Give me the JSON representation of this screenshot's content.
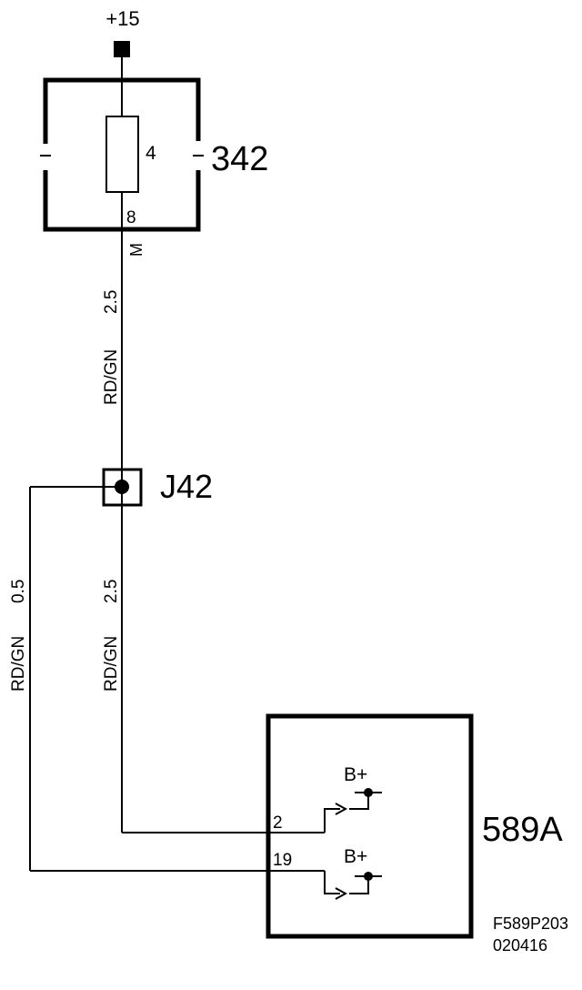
{
  "supply": {
    "label": "+15"
  },
  "fuse_holder": {
    "component_id": "342",
    "fuse_number": "4",
    "pin": "8",
    "wire_flag": "M"
  },
  "wire_top": {
    "color": "RD/GN",
    "size": "2.5"
  },
  "junction": {
    "label": "J42"
  },
  "wire_mid": {
    "color": "RD/GN",
    "size": "2.5"
  },
  "wire_left": {
    "color": "RD/GN",
    "size": "0.5"
  },
  "module": {
    "component_id": "589A",
    "pins": [
      {
        "number": "2",
        "label": "B+"
      },
      {
        "number": "19",
        "label": "B+"
      }
    ]
  },
  "figure_ref": {
    "code": "F589P203",
    "date": "020416"
  }
}
